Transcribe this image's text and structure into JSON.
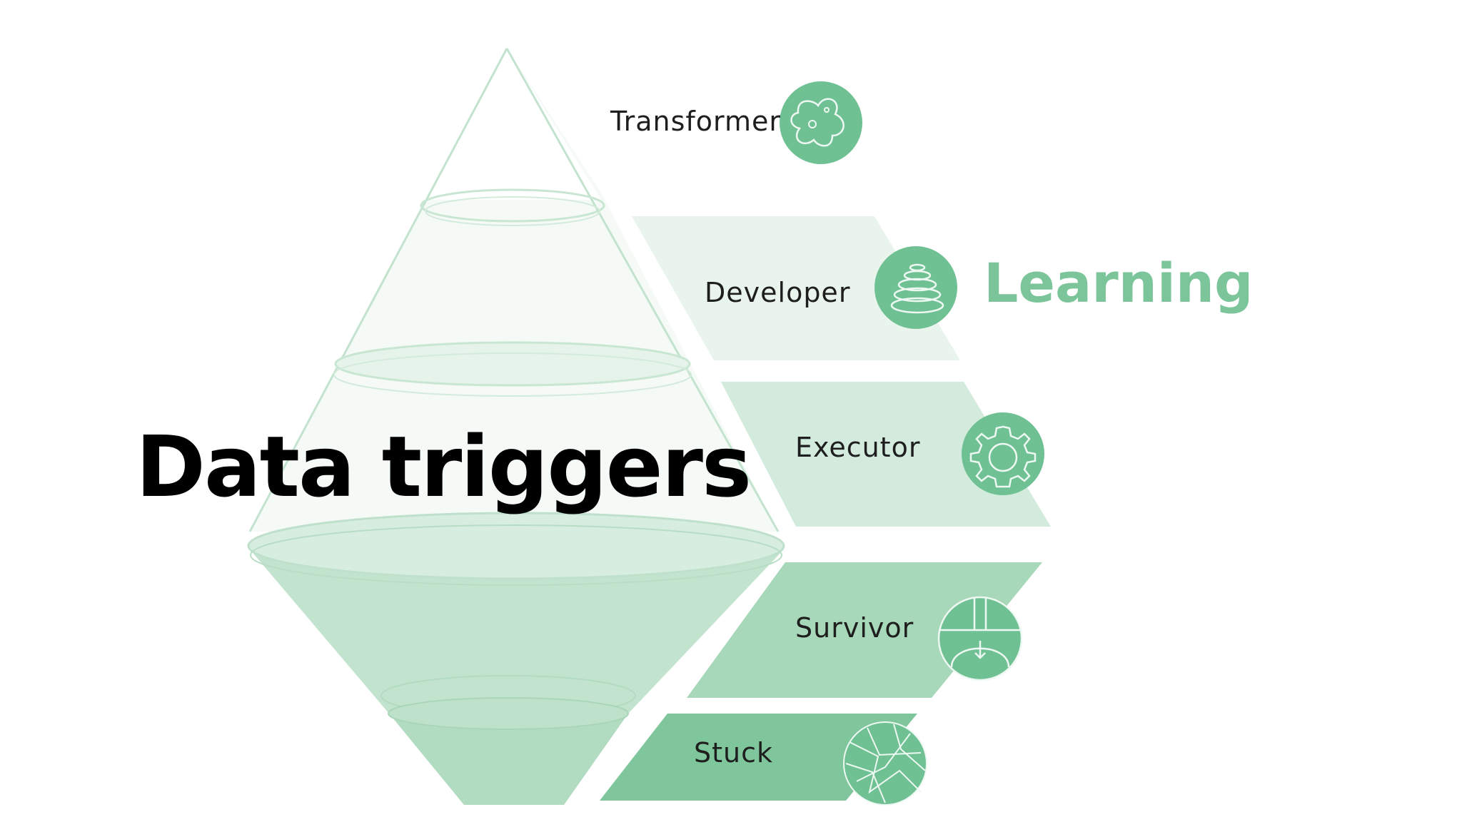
{
  "title": "Data triggers",
  "side_label": "Learning",
  "levels": [
    {
      "label": "Transformer",
      "icon": "amoeba-icon"
    },
    {
      "label": "Developer",
      "icon": "spiral-icon"
    },
    {
      "label": "Executor",
      "icon": "gear-icon"
    },
    {
      "label": "Survivor",
      "icon": "descend-icon"
    },
    {
      "label": "Stuck",
      "icon": "cracked-icon"
    }
  ],
  "colors": {
    "accent": "#7cc49a",
    "icon_fill": "#6fc193",
    "band_light": "#e8f4ec",
    "band_mid": "#d1eadb",
    "band_dark": "#a5d8b7",
    "band_darkest": "#7fc69c"
  }
}
